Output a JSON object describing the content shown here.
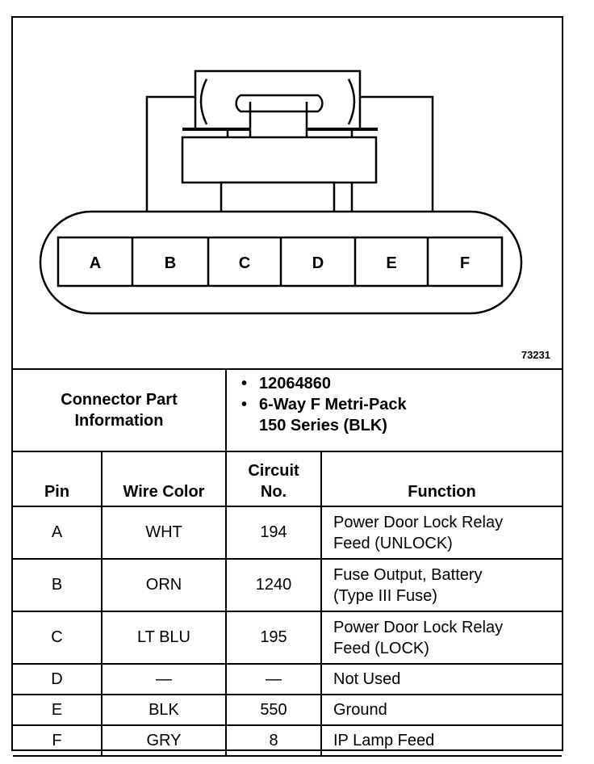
{
  "diagram": {
    "drawing_number": "73231",
    "pin_letters": [
      "A",
      "B",
      "C",
      "D",
      "E",
      "F"
    ]
  },
  "connector_part_info": {
    "label_line1": "Connector Part",
    "label_line2": "Information",
    "part_number": "12064860",
    "description_line1": "6-Way F Metri-Pack",
    "description_line2": "150 Series (BLK)",
    "bullet": "•"
  },
  "columns": {
    "pin": "Pin",
    "wire_color": "Wire Color",
    "circuit_line1": "Circuit",
    "circuit_line2": "No.",
    "function": "Function"
  },
  "rows": [
    {
      "pin": "A",
      "wire_color": "WHT",
      "circuit": "194",
      "function_line1": "Power Door Lock Relay",
      "function_line2": "Feed (UNLOCK)"
    },
    {
      "pin": "B",
      "wire_color": "ORN",
      "circuit": "1240",
      "function_line1": "Fuse Output, Battery",
      "function_line2": "(Type III Fuse)"
    },
    {
      "pin": "C",
      "wire_color": "LT BLU",
      "circuit": "195",
      "function_line1": "Power Door Lock Relay",
      "function_line2": "Feed (LOCK)"
    },
    {
      "pin": "D",
      "wire_color": "—",
      "circuit": "—",
      "function_line1": "Not Used",
      "function_line2": ""
    },
    {
      "pin": "E",
      "wire_color": "BLK",
      "circuit": "550",
      "function_line1": "Ground",
      "function_line2": ""
    },
    {
      "pin": "F",
      "wire_color": "GRY",
      "circuit": "8",
      "function_line1": "IP Lamp Feed",
      "function_line2": ""
    }
  ]
}
